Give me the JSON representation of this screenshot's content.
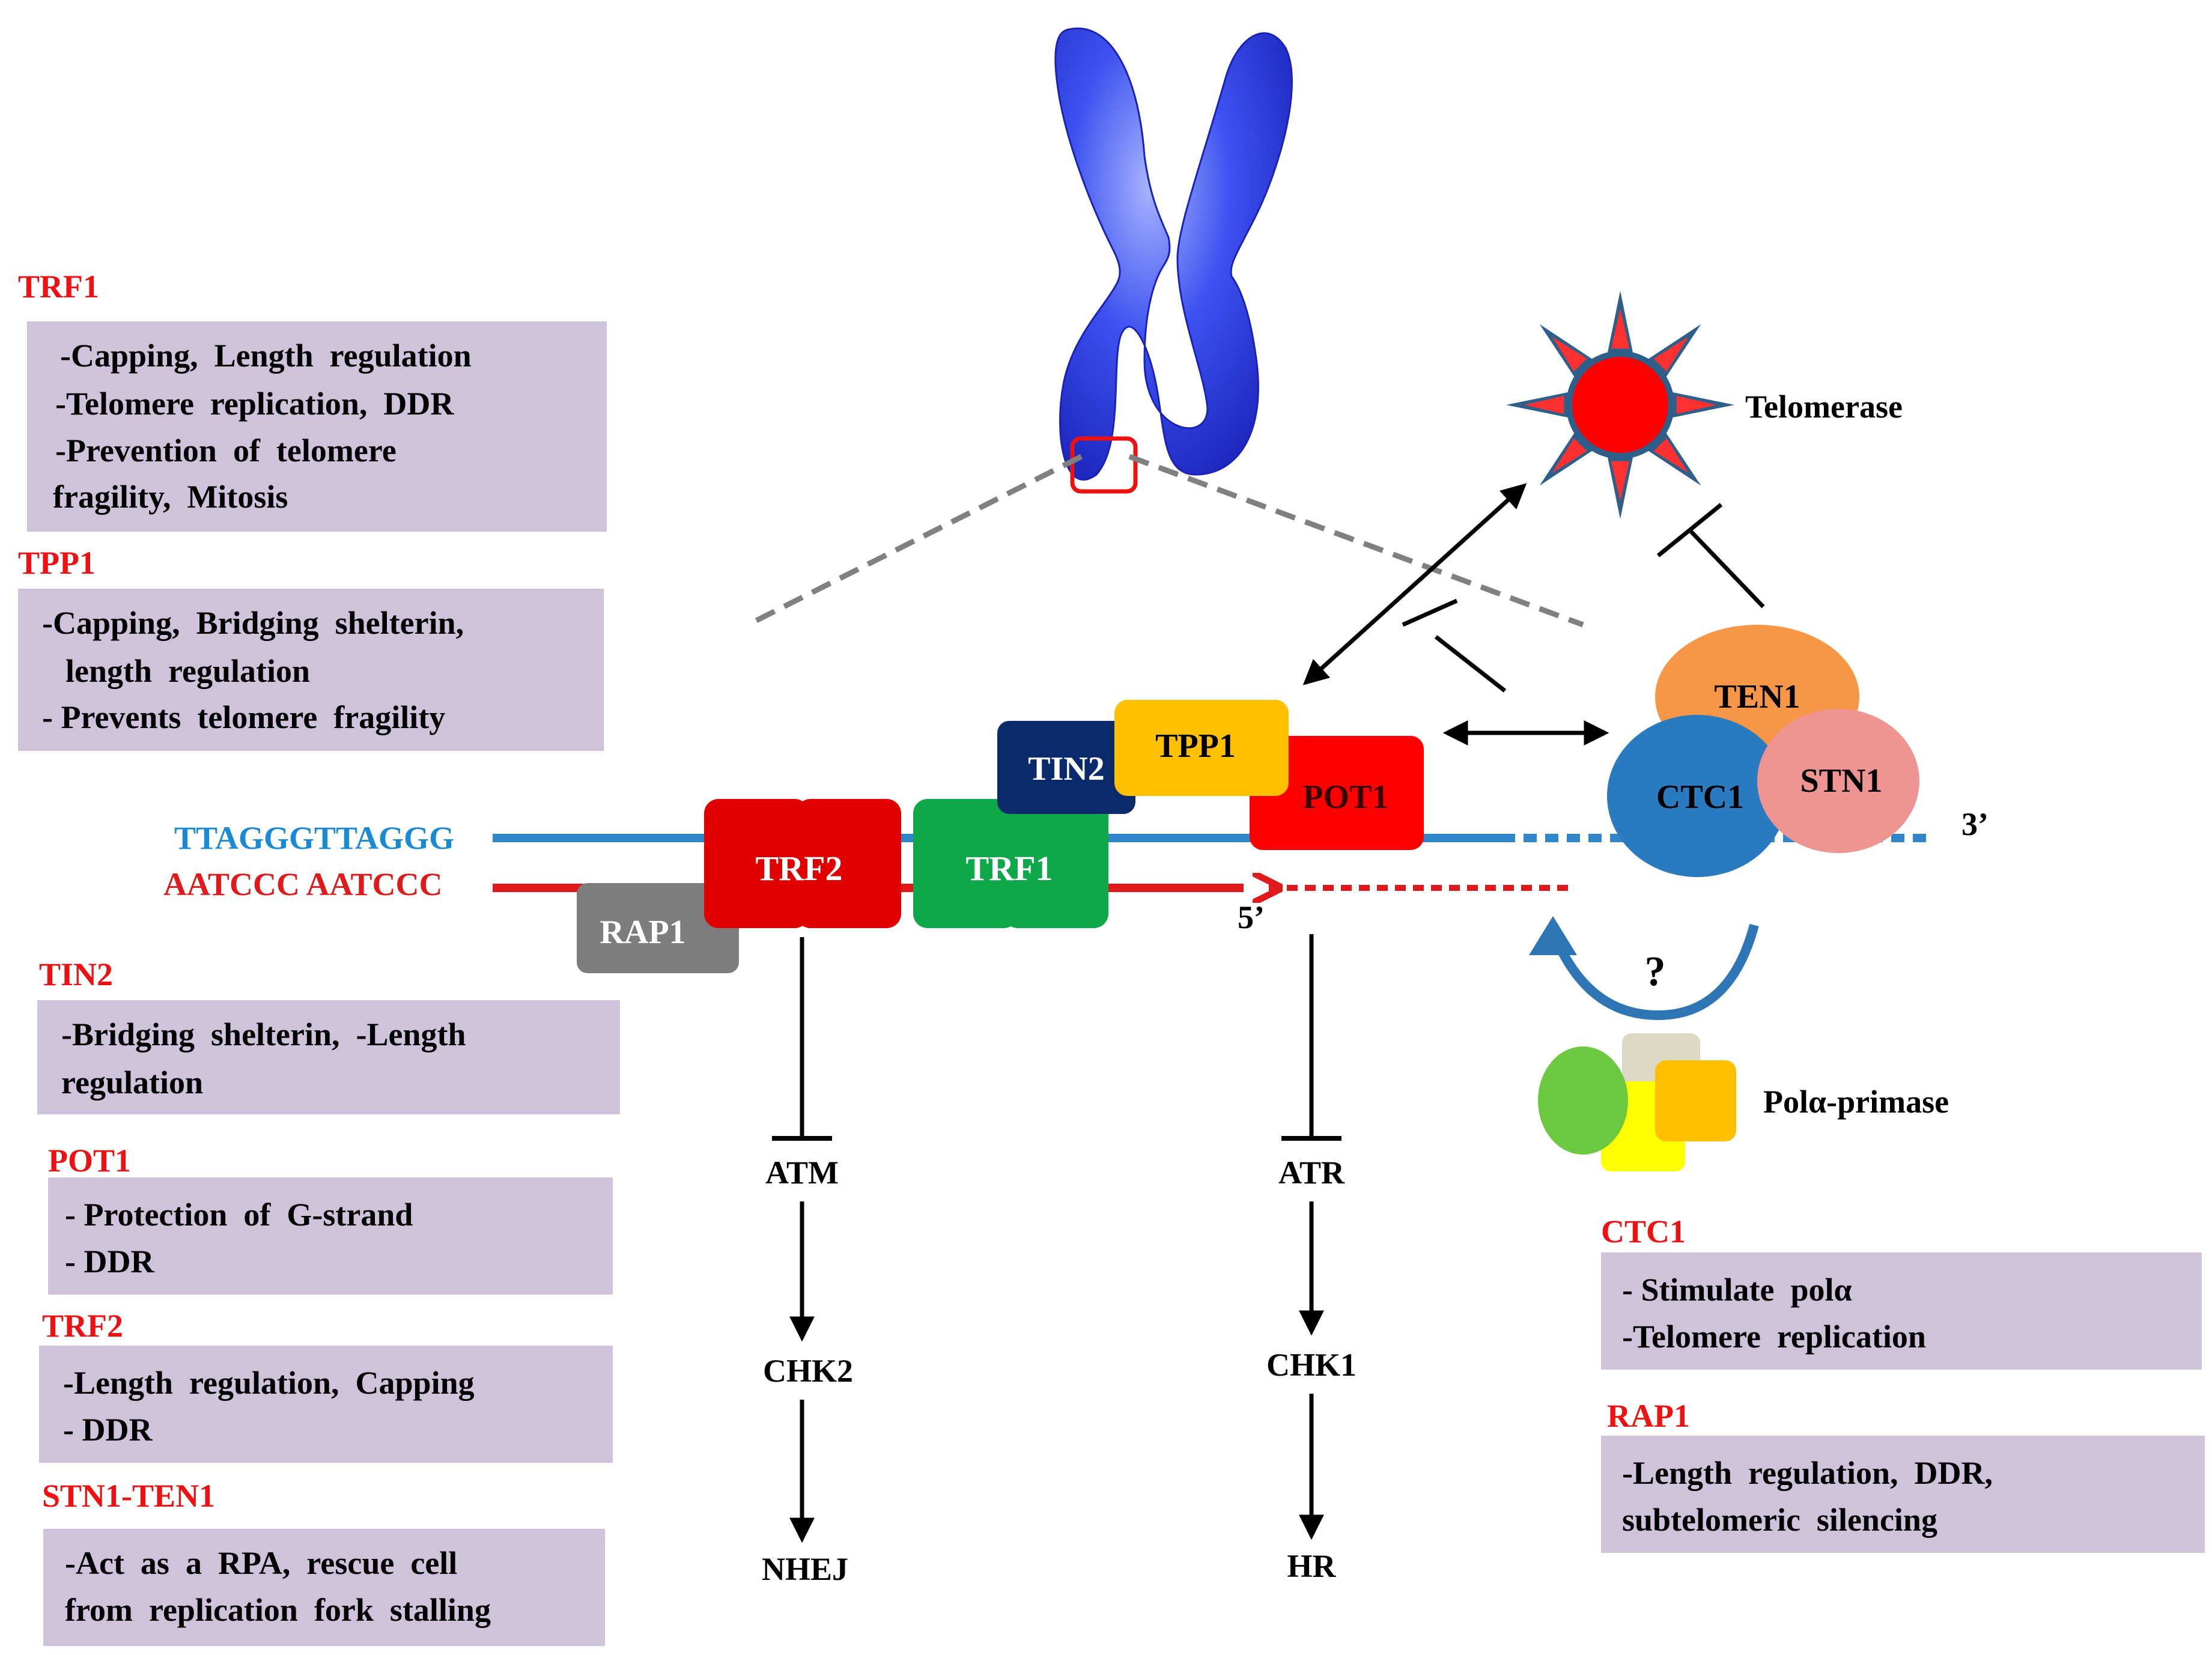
{
  "colors": {
    "red_label": "#ee1111",
    "box_fill": "#cfc3dc",
    "chromosome": "#2a3fe8",
    "strand_blue": "#2f86c8",
    "strand_red": "#e01a1a",
    "seq_blue": "#1a8ad4",
    "trf2": "#e00000",
    "trf1": "#0ea84a",
    "rap1": "#7d7d7d",
    "tin2": "#0b2a6b",
    "tpp1": "#ffc000",
    "pot1": "#ff0000",
    "ten1": "#f79646",
    "ctc1": "#2a7ac0",
    "stn1": "#ee9492",
    "telomerase_core": "#ff0000",
    "telomerase_ray": "#2e5f8a",
    "pola_green": "#6cc93f",
    "pola_yellow": "#ffff00",
    "pola_orange": "#ffc000",
    "pola_beige": "#ddd8c4"
  },
  "left_panels": [
    {
      "title": "TRF1",
      "lines": [
        "-Capping,  Length  regulation",
        "-Telomere  replication,  DDR",
        "-Prevention  of  telomere",
        "fragility,  Mitosis"
      ]
    },
    {
      "title": "TPP1",
      "lines": [
        "-Capping,  Bridging  shelterin,",
        "  length  regulation",
        "- Prevents  telomere  fragility"
      ]
    },
    {
      "title": "TIN2",
      "lines": [
        "-Bridging  shelterin,  -Length",
        "regulation"
      ]
    },
    {
      "title": "POT1",
      "lines": [
        "- Protection  of  G-strand",
        "- DDR"
      ]
    },
    {
      "title": "TRF2",
      "lines": [
        "-Length  regulation,  Capping",
        "- DDR"
      ]
    },
    {
      "title": "STN1-TEN1",
      "lines": [
        "-Act  as  a  RPA,  rescue  cell",
        "from  replication  fork  stalling"
      ]
    }
  ],
  "right_panels": [
    {
      "title": "CTC1",
      "lines": [
        "- Stimulate  polα",
        "-Telomere  replication"
      ]
    },
    {
      "title": "RAP1",
      "lines": [
        "-Length  regulation,  DDR,",
        "subtelomeric  silencing"
      ]
    }
  ],
  "dna": {
    "top_sequence": "TTAGGGTTAGGG",
    "bottom_sequence": "AATCCC AATCCC",
    "end_3": "3’",
    "end_5": "5’"
  },
  "proteins": {
    "trf2": "TRF2",
    "trf1": "TRF1",
    "rap1": "RAP1",
    "tin2": "TIN2",
    "tpp1": "TPP1",
    "pot1": "POT1",
    "ten1": "TEN1",
    "ctc1": "CTC1",
    "stn1": "STN1"
  },
  "labels": {
    "telomerase": "Telomerase",
    "pola_primase": "Polα-primase",
    "question": "?"
  },
  "pathways": {
    "left": [
      "ATM",
      "CHK2",
      "NHEJ"
    ],
    "right": [
      "ATR",
      "CHK1",
      "HR"
    ]
  }
}
